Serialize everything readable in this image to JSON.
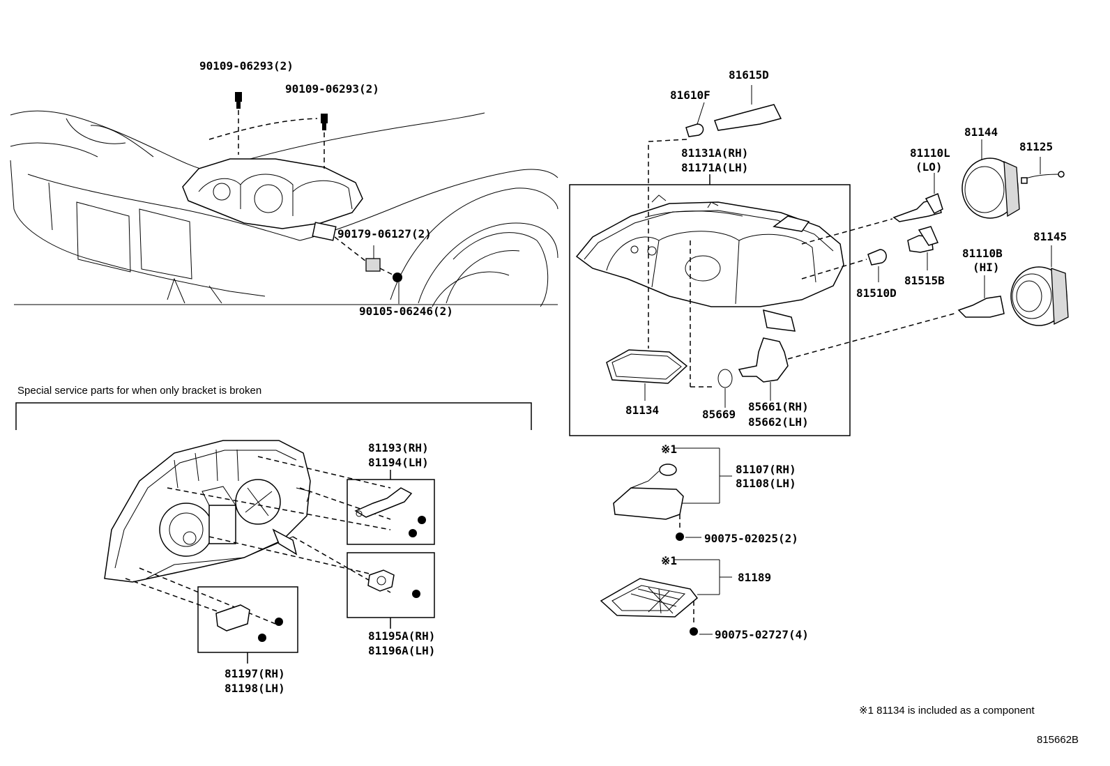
{
  "labels": {
    "bolt_a": "90109-06293(2)",
    "bolt_b": "90109-06293(2)",
    "clip": "90179-06127(2)",
    "screw_bumper": "90105-06246(2)",
    "bulb_81615d": "81615D",
    "bulb_81610f": "81610F",
    "unit_rh": "81131A(RH)",
    "unit_lh": "81171A(LH)",
    "bulb_lo": "81110L",
    "lo": "(LO)",
    "cap_81144": "81144",
    "wire_81125": "81125",
    "socket_81515b": "81515B",
    "bulb_81510d": "81510D",
    "bulb_hi": "81110B",
    "hi": "(HI)",
    "cap_81145": "81145",
    "gasket_81134": "81134",
    "oring_85669": "85669",
    "socket_rh": "85661(RH)",
    "socket_lh": "85662(LH)",
    "ballast_rh": "81107(RH)",
    "ballast_lh": "81108(LH)",
    "ballast_note": "※1",
    "screw_ballast": "90075-02025(2)",
    "igniter_note": "※1",
    "igniter": "81189",
    "screw_igniter": "90075-02727(4)",
    "special_title": "Special service parts for when only bracket is broken",
    "bracket_193": "81193(RH)",
    "bracket_194": "81194(LH)",
    "bracket_195": "81195A(RH)",
    "bracket_196": "81196A(LH)",
    "bracket_197": "81197(RH)",
    "bracket_198": "81198(LH)",
    "footnote": "※1 81134 is included as a component",
    "diagram_id": "815662B"
  }
}
